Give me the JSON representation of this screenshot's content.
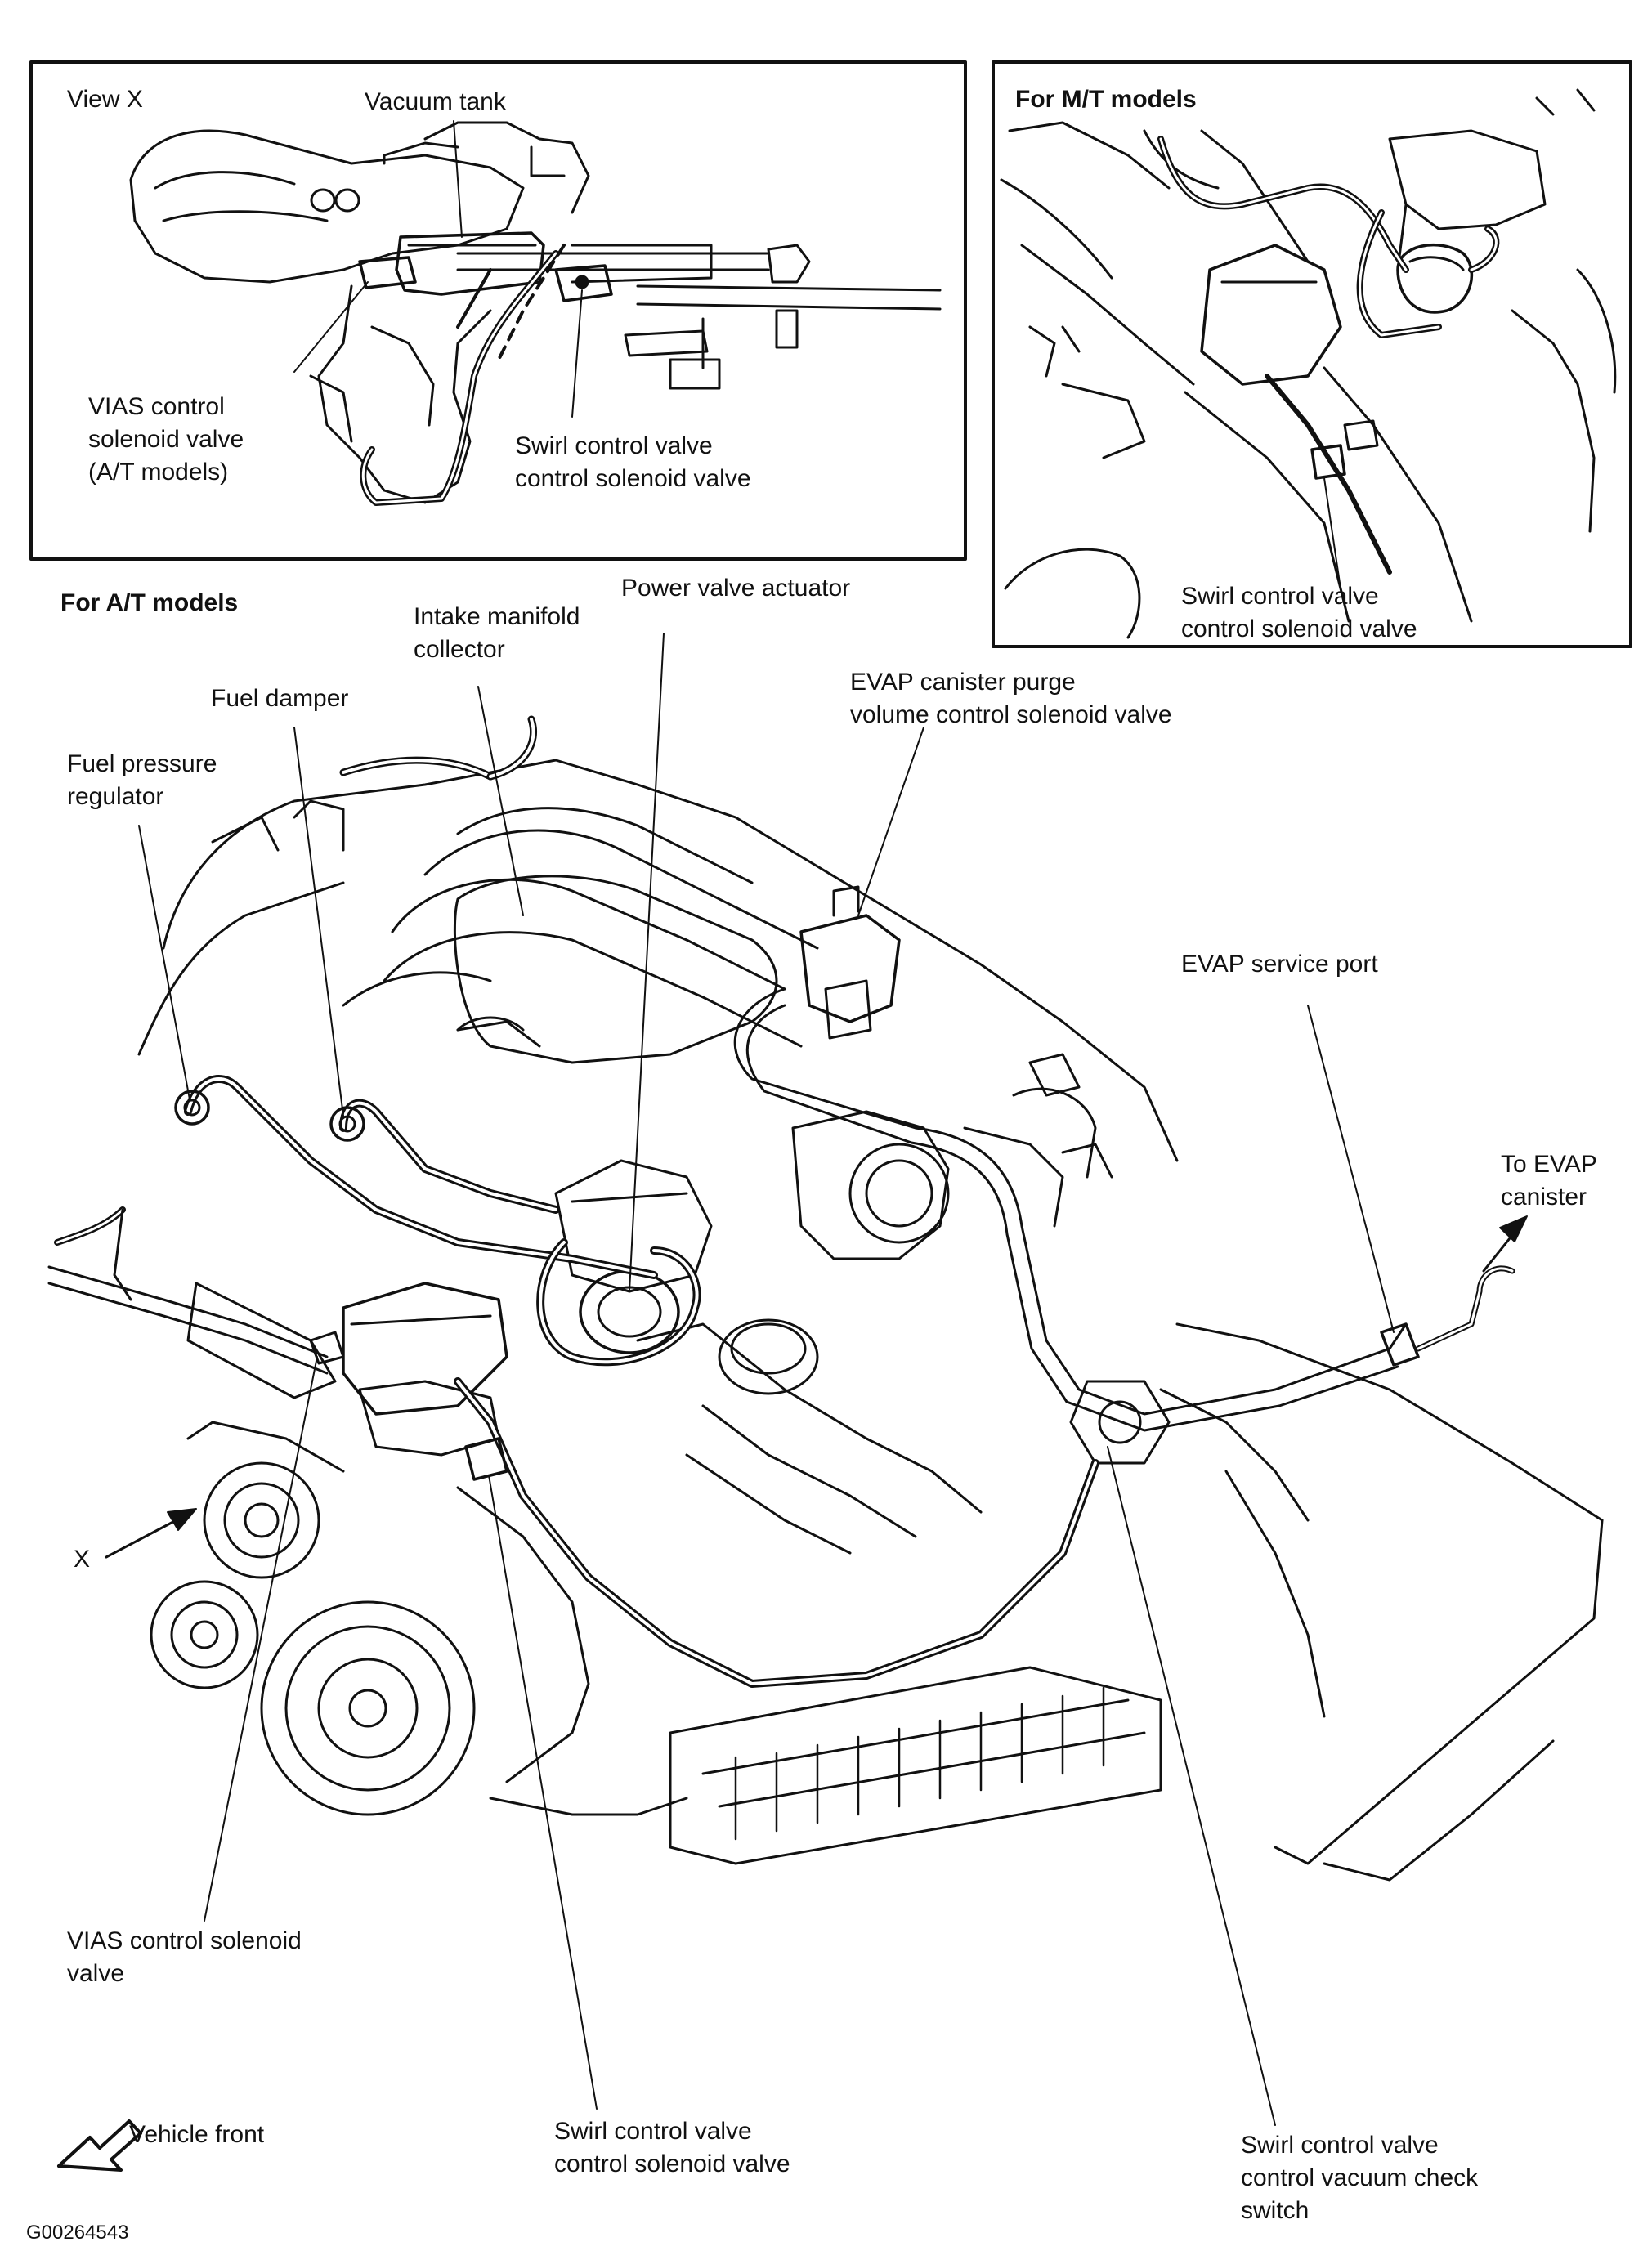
{
  "inset_view_x": {
    "title": "View X",
    "labels": {
      "vacuum_tank": "Vacuum tank",
      "vias_valve": [
        "VIAS control",
        "solenoid valve",
        "(A/T models)"
      ],
      "swirl_valve": [
        "Swirl control valve",
        "control solenoid valve"
      ]
    }
  },
  "inset_mt": {
    "title": "For M/T models",
    "labels": {
      "swirl_valve": [
        "Swirl control valve",
        "control solenoid valve"
      ]
    }
  },
  "main": {
    "title": "For A/T models",
    "labels": {
      "power_valve_actuator": "Power valve actuator",
      "intake_manifold_collector": [
        "Intake manifold",
        "collector"
      ],
      "fuel_damper": "Fuel damper",
      "fuel_pressure_regulator": [
        "Fuel pressure",
        "regulator"
      ],
      "evap_purge_valve": [
        "EVAP canister purge",
        "volume control solenoid valve"
      ],
      "evap_service_port": "EVAP service port",
      "to_evap_canister": [
        "To EVAP",
        "canister"
      ],
      "x_marker": "X",
      "vias_valve": [
        "VIAS control solenoid",
        "valve"
      ],
      "swirl_valve": [
        "Swirl control valve",
        "control solenoid valve"
      ],
      "swirl_check_switch": [
        "Swirl control valve",
        "control vacuum check",
        "switch"
      ],
      "vehicle_front": "Vehicle front"
    }
  },
  "figure_id": "G00264543"
}
